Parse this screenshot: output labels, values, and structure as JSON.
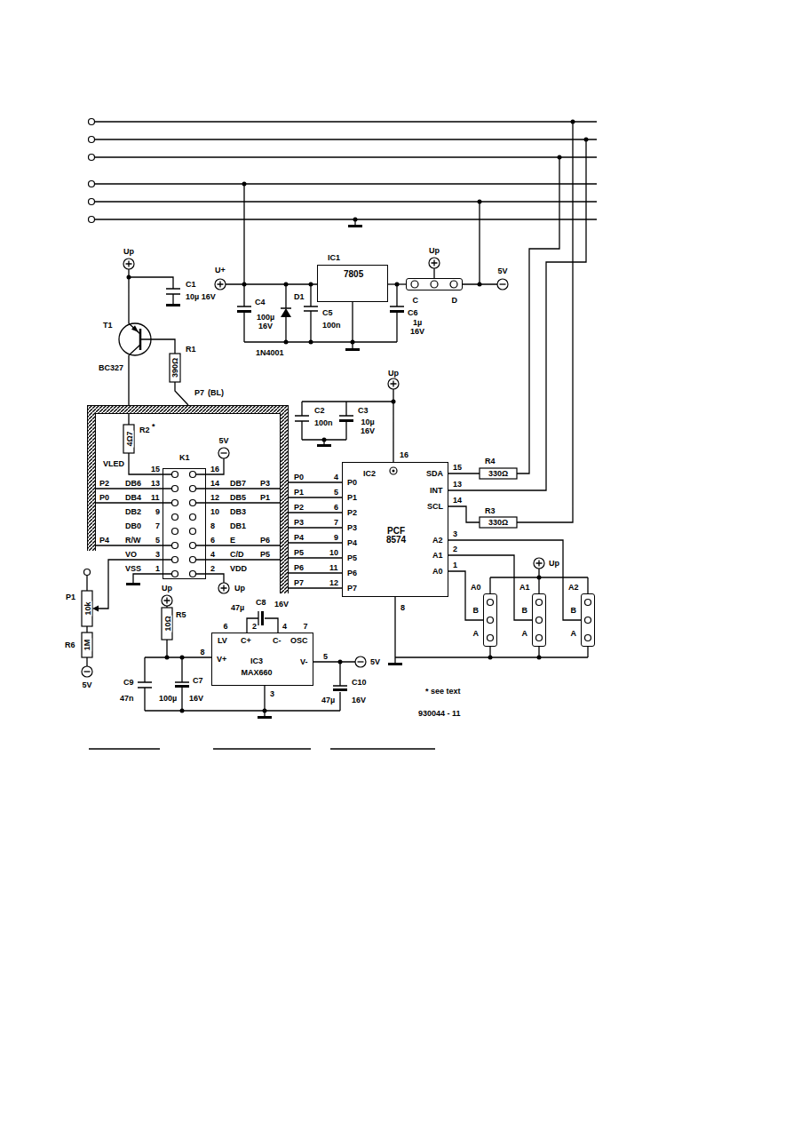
{
  "diagram": {
    "nodes": [
      {
        "text": [
          "IC1",
          "7805"
        ]
      },
      {
        "text": [
          "C",
          "D"
        ]
      },
      {
        "text": [
          "K1"
        ]
      },
      {
        "text": [
          "IC2",
          "PCF 8574"
        ]
      },
      {
        "text": [
          "A0",
          "B",
          "A"
        ]
      },
      {
        "text": [
          "A1",
          "B",
          "A"
        ]
      },
      {
        "text": [
          "A2",
          "B",
          "A"
        ]
      },
      {
        "text": [
          "IC3",
          "MAX660"
        ]
      }
    ],
    "edges": [
      {
        "from": 0,
        "to": 1,
        "arrow": "none"
      },
      {
        "from": 3,
        "to": 4,
        "arrow": "none"
      },
      {
        "from": 3,
        "to": 5,
        "arrow": "none"
      },
      {
        "from": 3,
        "to": 6,
        "arrow": "none"
      }
    ],
    "labels": [
      "Up",
      "C1",
      "10µ 16V",
      "T1",
      "BC327",
      "R1",
      "390Ω",
      "P7",
      "(BL)",
      "R2",
      "*",
      "4Ω7",
      "VLED",
      "15",
      "16",
      "P2",
      "DB6",
      "13",
      "14",
      "DB7",
      "P3",
      "P0",
      "DB4",
      "11",
      "12",
      "DB5",
      "P1",
      "DB2",
      "9",
      "10",
      "DB3",
      "DB0",
      "7",
      "8",
      "DB1",
      "P4",
      "R/W",
      "5",
      "6",
      "E",
      "P6",
      "VO",
      "3",
      "4",
      "C/D",
      "P5",
      "VSS",
      "1",
      "2",
      "VDD",
      "5V",
      "Up",
      "U+",
      "C4",
      "100µ 16V",
      "D1",
      "1N4001",
      "C5",
      "100n",
      "C6",
      "1µ 16V",
      "Up",
      "5V",
      "C2",
      "100n",
      "C3",
      "10µ 16V",
      "Up",
      "16",
      "SDA",
      "15",
      "INT",
      "13",
      "SCL",
      "14",
      "R4",
      "330Ω",
      "R3",
      "330Ω",
      "A2",
      "3",
      "A1",
      "2",
      "A0",
      "1",
      "8",
      "P0",
      "4",
      "P0",
      "P1",
      "5",
      "P1",
      "P2",
      "6",
      "P2",
      "P3",
      "7",
      "P3",
      "P4",
      "9",
      "P4",
      "P5",
      "10",
      "P5",
      "P6",
      "11",
      "P6",
      "P7",
      "12",
      "P7",
      "Up",
      "Up",
      "R5",
      "10Ω",
      "47µ",
      "C8",
      "16V",
      "6",
      "2",
      "4",
      "7",
      "LV",
      "C+",
      "C-",
      "OSC",
      "V+",
      "V-",
      "8",
      "5",
      "3",
      "C9",
      "47n",
      "C7",
      "100µ",
      "16V",
      "C10",
      "47µ",
      "16V",
      "5V",
      "P1",
      "10k",
      "R6",
      "1M",
      "5V",
      "* see text",
      "930044 - 11"
    ]
  }
}
